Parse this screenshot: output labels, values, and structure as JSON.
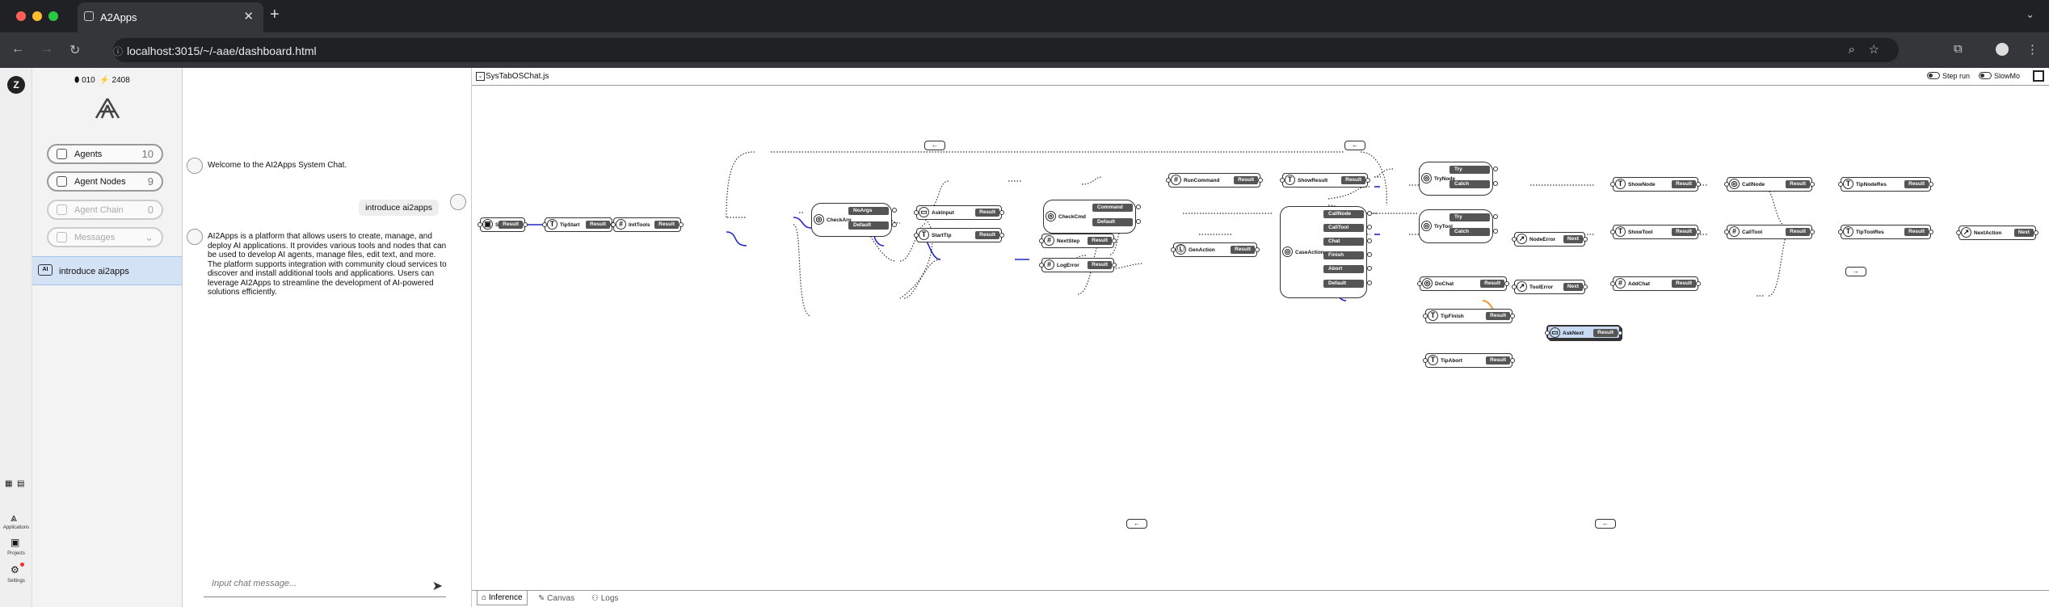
{
  "browser": {
    "tab_title": "A2Apps",
    "url": "localhost:3015/~/-aae/dashboard.html"
  },
  "rail": {
    "items": [
      {
        "label": "Applications"
      },
      {
        "label": "Projects"
      },
      {
        "label": "Settings"
      }
    ]
  },
  "sidebar": {
    "stats": {
      "coins": "010",
      "energy": "2408"
    },
    "nav": [
      {
        "label": "Agents",
        "count": "10"
      },
      {
        "label": "Agent Nodes",
        "count": "9"
      },
      {
        "label": "Agent Chain",
        "count": "0"
      },
      {
        "label": "Messages",
        "count": "⌄"
      }
    ],
    "session": {
      "icon": "AI",
      "title": "introduce ai2apps"
    }
  },
  "chat": {
    "welcome": "Welcome to the AI2Apps System Chat.",
    "user_msg": "introduce ai2apps",
    "reply": "AI2Apps is a platform that allows users to create, manage, and deploy AI applications. It provides various tools and nodes that can be used to develop AI agents, manage files, edit text, and more. The platform supports integration with community cloud services to discover and install additional tools and applications. Users can leverage AI2Apps to streamline the development of AI-powered solutions efficiently.",
    "input_placeholder": "Input chat message..."
  },
  "editor": {
    "file_name": "SysTabOSChat.js",
    "step_run": "Step run",
    "slow_mo": "SlowMo",
    "bottom_tabs": [
      {
        "label": "Inference"
      },
      {
        "label": "Canvas"
      },
      {
        "label": "Logs"
      }
    ]
  },
  "graph": {
    "nodes": [
      {
        "label": "ShowLogo",
        "output": "Result",
        "icon": "image-icon"
      },
      {
        "label": "TipStart",
        "output": "Result",
        "icon": "text-icon"
      },
      {
        "label": "InitTools",
        "output": "Result",
        "icon": "hash-icon"
      },
      {
        "label": "AskInput",
        "output": "Result",
        "icon": "chat-icon"
      },
      {
        "label": "StartTip",
        "output": "Result",
        "icon": "text-icon"
      },
      {
        "label": "RunCommand",
        "output": "Result",
        "icon": "hash-icon"
      },
      {
        "label": "ShowResult",
        "output": "Result",
        "icon": "text-icon"
      },
      {
        "label": "NextStep",
        "output": "Result",
        "icon": "hash-icon"
      },
      {
        "label": "LogError",
        "output": "Result",
        "icon": "hash-icon"
      },
      {
        "label": "GenAction",
        "output": "Result",
        "icon": "llm-icon"
      },
      {
        "label": "NodeError",
        "output": "Next",
        "icon": "arrow-icon"
      },
      {
        "label": "ToolError",
        "output": "Next",
        "icon": "arrow-icon"
      },
      {
        "label": "ShowNode",
        "output": "Result",
        "icon": "text-icon"
      },
      {
        "label": "CallNode",
        "output": "Result",
        "icon": "agent-icon"
      },
      {
        "label": "TipNodeRes",
        "output": "Result",
        "icon": "text-icon"
      },
      {
        "label": "ShowTool",
        "output": "Result",
        "icon": "text-icon"
      },
      {
        "label": "CallTool",
        "output": "Result",
        "icon": "hash-icon"
      },
      {
        "label": "TipToolRes",
        "output": "Result",
        "icon": "text-icon"
      },
      {
        "label": "DoChat",
        "output": "Result",
        "icon": "agent-icon"
      },
      {
        "label": "AddChat",
        "output": "Result",
        "icon": "hash-icon"
      },
      {
        "label": "TipFinish",
        "output": "Result",
        "icon": "text-icon"
      },
      {
        "label": "TipAbort",
        "output": "Result",
        "icon": "text-icon"
      },
      {
        "label": "AskNext",
        "output": "Result",
        "icon": "chat-icon"
      },
      {
        "label": "NextAction",
        "output": "Next",
        "icon": "arrow-icon"
      }
    ],
    "multi": [
      {
        "label": "CheckArg",
        "outputs": [
          "NoArgs",
          "Default"
        ]
      },
      {
        "label": "CheckCmd",
        "outputs": [
          "Command",
          "Default"
        ]
      },
      {
        "label": "TryNode",
        "outputs": [
          "Try",
          "Catch"
        ]
      },
      {
        "label": "TryTool",
        "outputs": [
          "Try",
          "Catch"
        ]
      },
      {
        "label": "CaseAction",
        "outputs": [
          "CallNode",
          "CallTool",
          "Chat",
          "Finish",
          "Abort",
          "Default"
        ]
      }
    ]
  }
}
